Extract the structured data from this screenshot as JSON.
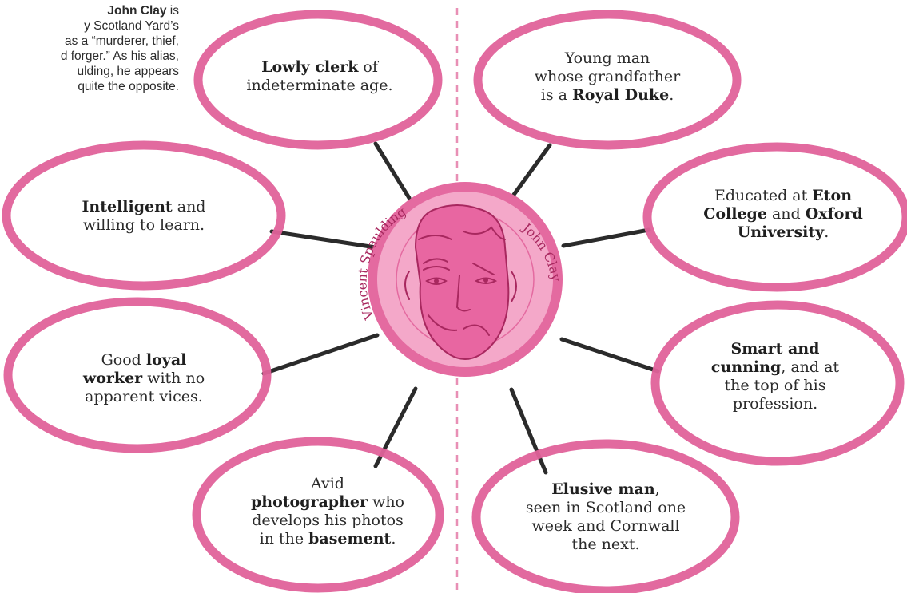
{
  "intro": {
    "lines": [
      [
        {
          "t": "John Clay",
          "b": true
        },
        {
          "t": " is"
        }
      ],
      [
        {
          "t": "y Scotland Yard’s"
        }
      ],
      [
        {
          "t": "as a “murderer, thief,"
        }
      ],
      [
        {
          "t": "d forger.” As his alias,"
        }
      ],
      [
        {
          "t": "ulding, he appears"
        }
      ],
      [
        {
          "t": "quite the opposite."
        }
      ]
    ]
  },
  "coin": {
    "left_label": "Vincent Spaulding",
    "right_label": "John Clay"
  },
  "bubbles": [
    {
      "id": "lowly-clerk",
      "lines": [
        [
          {
            "t": "Lowly clerk",
            "b": true
          },
          {
            "t": " of"
          }
        ],
        [
          {
            "t": "indeterminate age."
          }
        ]
      ]
    },
    {
      "id": "royal-duke",
      "lines": [
        [
          {
            "t": "Young man"
          }
        ],
        [
          {
            "t": "whose grandfather"
          }
        ],
        [
          {
            "t": "is a "
          },
          {
            "t": "Royal Duke",
            "b": true
          },
          {
            "t": "."
          }
        ]
      ]
    },
    {
      "id": "intelligent",
      "lines": [
        [
          {
            "t": "Intelligent",
            "b": true
          },
          {
            "t": " and"
          }
        ],
        [
          {
            "t": "willing to learn."
          }
        ]
      ]
    },
    {
      "id": "eton",
      "lines": [
        [
          {
            "t": "Educated at "
          },
          {
            "t": "Eton",
            "b": true
          }
        ],
        [
          {
            "t": "College",
            "b": true
          },
          {
            "t": " and "
          },
          {
            "t": "Oxford",
            "b": true
          }
        ],
        [
          {
            "t": "University",
            "b": true
          },
          {
            "t": "."
          }
        ]
      ]
    },
    {
      "id": "loyal-worker",
      "lines": [
        [
          {
            "t": "Good "
          },
          {
            "t": "loyal",
            "b": true
          }
        ],
        [
          {
            "t": "worker",
            "b": true
          },
          {
            "t": " with no"
          }
        ],
        [
          {
            "t": "apparent vices."
          }
        ]
      ]
    },
    {
      "id": "smart-cunning",
      "lines": [
        [
          {
            "t": "Smart and",
            "b": true
          }
        ],
        [
          {
            "t": "cunning",
            "b": true
          },
          {
            "t": ", and at"
          }
        ],
        [
          {
            "t": "the top of his"
          }
        ],
        [
          {
            "t": "profession."
          }
        ]
      ]
    },
    {
      "id": "photographer",
      "lines": [
        [
          {
            "t": "Avid"
          }
        ],
        [
          {
            "t": "photographer",
            "b": true
          },
          {
            "t": " who"
          }
        ],
        [
          {
            "t": "develops his photos"
          }
        ],
        [
          {
            "t": "in the "
          },
          {
            "t": "basement",
            "b": true
          },
          {
            "t": "."
          }
        ]
      ]
    },
    {
      "id": "elusive-man",
      "lines": [
        [
          {
            "t": "Elusive man",
            "b": true
          },
          {
            "t": ","
          }
        ],
        [
          {
            "t": "seen in Scotland one"
          }
        ],
        [
          {
            "t": "week and Cornwall"
          }
        ],
        [
          {
            "t": "the next."
          }
        ]
      ]
    }
  ],
  "colors": {
    "bubble_outline": "#e0629a",
    "coin_fill": "#f4a8c9",
    "coin_rim": "#e46aa0",
    "face_fill": "#e866a1",
    "face_line": "#a8285f",
    "connector": "#2b2b2b",
    "divider": "#e88fb5",
    "text": "#2b2b2b"
  }
}
